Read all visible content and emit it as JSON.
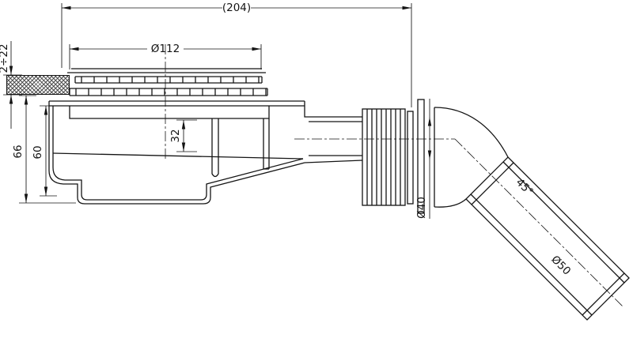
{
  "drawing": {
    "line_color": "#141414",
    "background": "#ffffff",
    "labels": {
      "overall_length": "(204)",
      "grate_diameter": "Ø112",
      "mounting_range": "2÷22",
      "total_height": "66",
      "body_height": "60",
      "water_seal_height": "32",
      "outlet_diameter": "Ø40",
      "outlet_angle": "45°",
      "pipe_diameter": "Ø50"
    }
  }
}
